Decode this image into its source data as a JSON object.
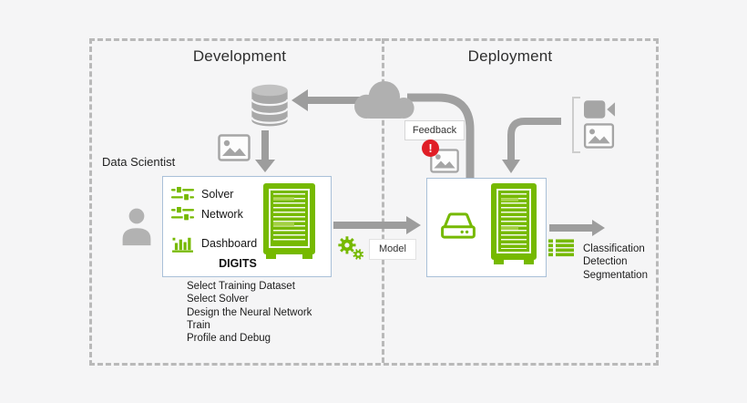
{
  "titles": {
    "development": "Development",
    "deployment": "Deployment"
  },
  "labels": {
    "data_scientist": "Data Scientist",
    "feedback": "Feedback",
    "model": "Model",
    "alert": "!"
  },
  "digits": {
    "caption": "DIGITS",
    "items": [
      "Solver",
      "Network",
      "Dashboard"
    ],
    "steps": [
      "Select Training Dataset",
      "Select Solver",
      "Design the Neural Network",
      "Train",
      "Profile and Debug"
    ]
  },
  "outputs": [
    "Classification",
    "Detection",
    "Segmentation"
  ],
  "colors": {
    "accent_green": "#76b900",
    "icon_gray": "#a7a7a7",
    "arrow_gray": "#9d9d9d",
    "box_border": "#a9c0d8",
    "alert_red": "#e01e26",
    "dash_border": "#b9b9b9"
  }
}
